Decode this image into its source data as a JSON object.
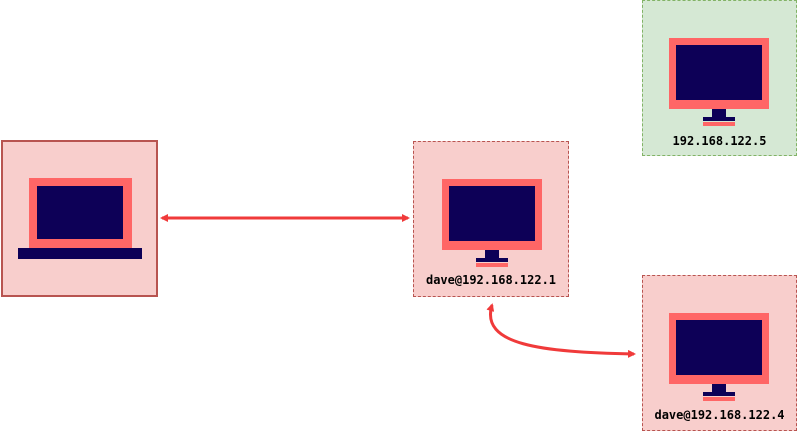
{
  "colors": {
    "screen": "#0d0057",
    "bezel": "#ff6666",
    "edge": "#f03a3a",
    "node_red_fill": "#f8cecc",
    "node_red_border": "#b85450",
    "node_green_fill": "#d5e8d4",
    "node_green_border": "#82b366"
  },
  "nodes": {
    "laptop": {
      "icon": "laptop-icon",
      "label": ""
    },
    "host1": {
      "icon": "monitor-icon",
      "label": "dave@192.168.122.1"
    },
    "host5": {
      "icon": "monitor-icon",
      "label": "192.168.122.5"
    },
    "host4": {
      "icon": "monitor-icon",
      "label": "dave@192.168.122.4"
    }
  },
  "edges": [
    {
      "from": "laptop",
      "to": "host1",
      "style": "bidirectional-straight"
    },
    {
      "from": "host1",
      "to": "host4",
      "style": "bidirectional-curved"
    }
  ]
}
